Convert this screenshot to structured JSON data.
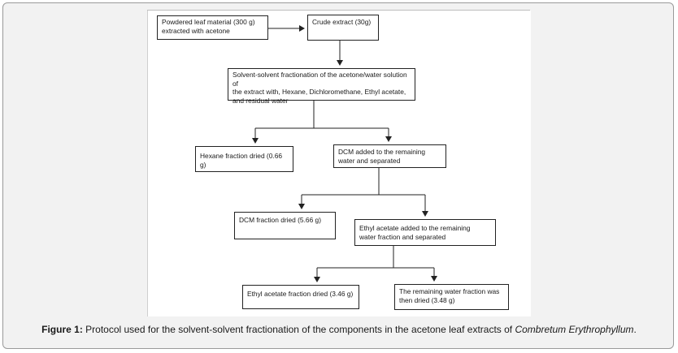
{
  "boxes": {
    "powdered": "Powdered leaf material (300 g)\nextracted with acetone",
    "crude": "Crude extract (30g)",
    "fractionation": "Solvent-solvent fractionation of the acetone/water solution of\nthe extract with, Hexane, Dichloromethane, Ethyl acetate,\nand residual water",
    "hexane": "Hexane fraction dried (0.66 g)",
    "dcm_added": "DCM added to the remaining\nwater and separated",
    "dcm_fraction": "DCM fraction dried (5.66 g)",
    "ethyl_added": "Ethyl acetate added to the remaining\nwater fraction and separated",
    "ethyl_fraction": "Ethyl acetate fraction dried (3.46 g)",
    "water_fraction": "The remaining water fraction was\nthen dried (3.48 g)"
  },
  "caption": {
    "label": "Figure 1:",
    "text": " Protocol used for the solvent-solvent fractionation of the components in the acetone leaf extracts of ",
    "species": "Combretum Erythrophyllum",
    "end": "."
  }
}
